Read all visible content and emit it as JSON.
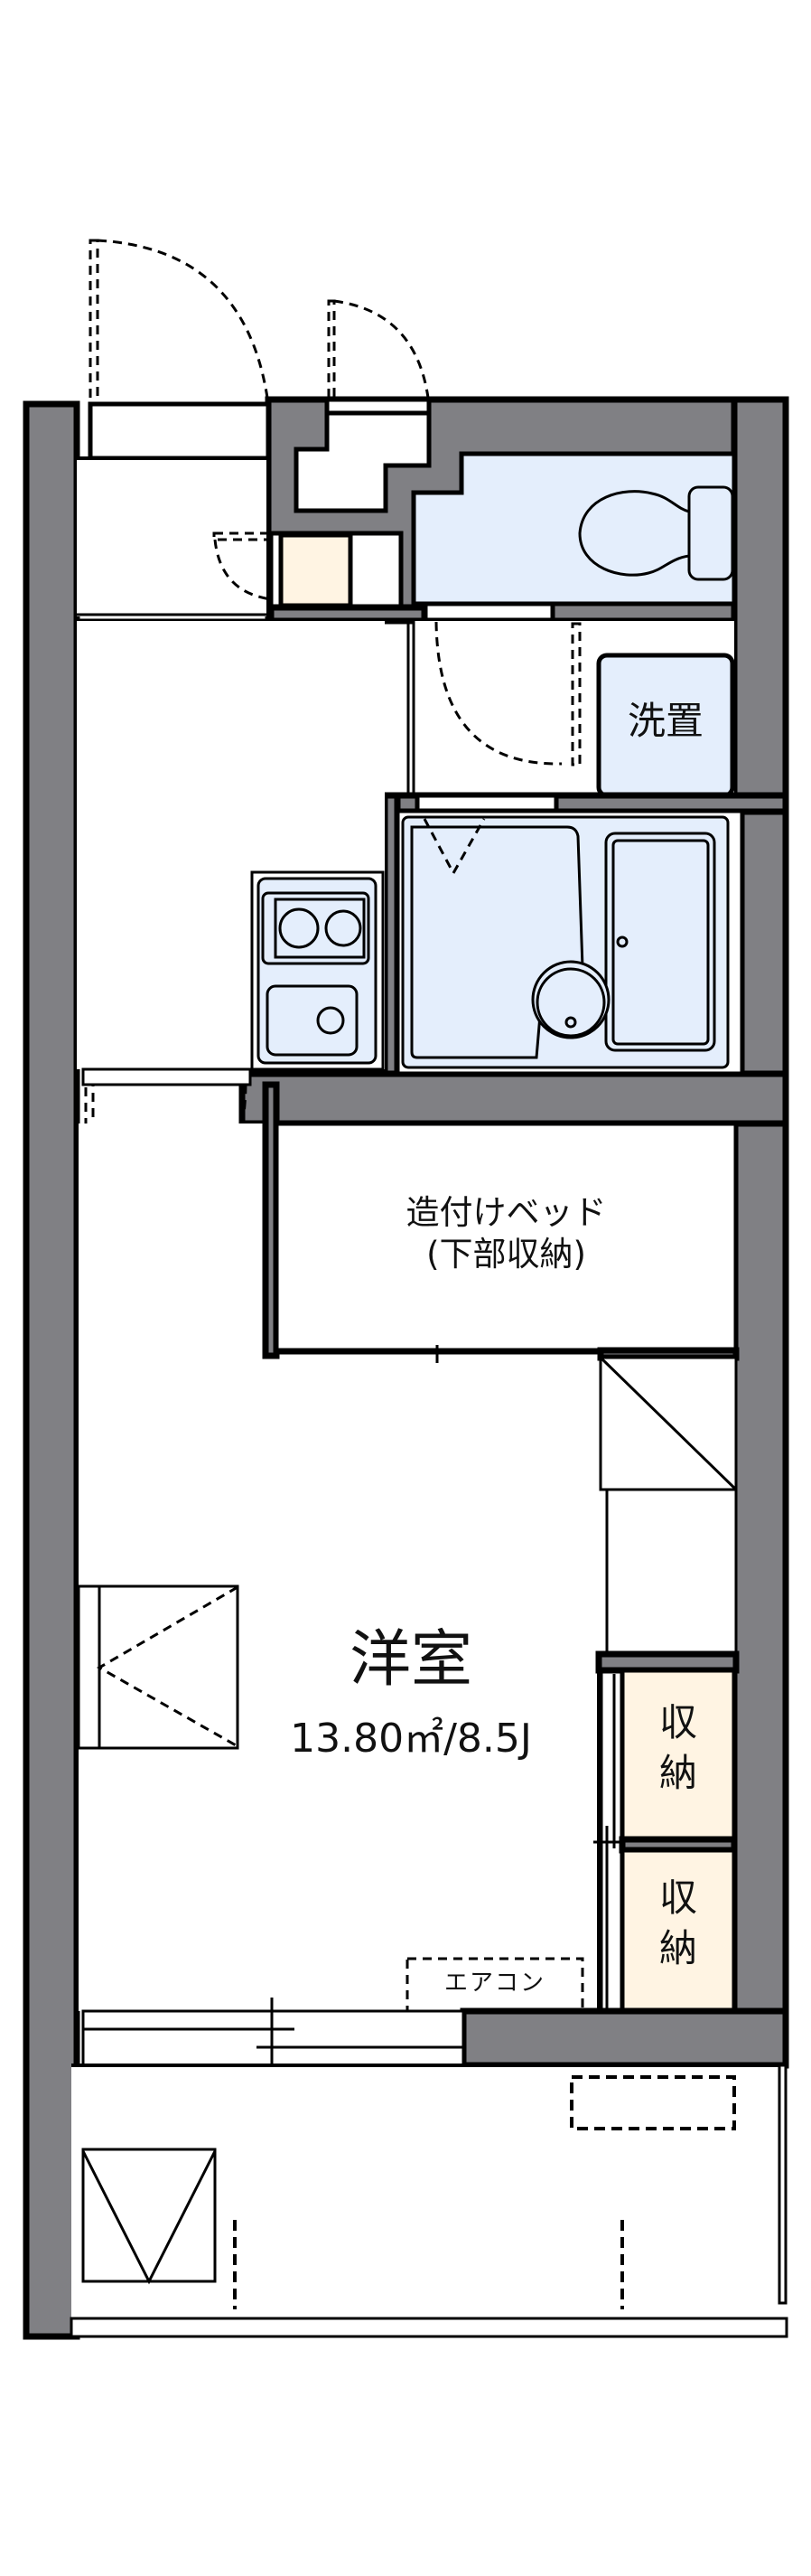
{
  "floorplan": {
    "colors": {
      "wall": "#808084",
      "wet_area": "#e4eefc",
      "storage": "#fff4e3",
      "floor": "#ffffff",
      "line": "#000000"
    },
    "rooms": {
      "main": {
        "name": "洋室",
        "area": "13.80㎡/8.5J"
      },
      "bed": {
        "line1": "造付けベッド",
        "line2": "(下部収納)"
      },
      "storage_1": {
        "label_line1": "収",
        "label_line2": "納"
      },
      "storage_2": {
        "label_line1": "収",
        "label_line2": "納"
      },
      "washer": {
        "label": "洗置"
      },
      "aircon": {
        "label": "エアコン"
      }
    },
    "fixtures": [
      "entry-door",
      "shoe-box-door",
      "shoe-cabinet",
      "toilet",
      "washroom-door",
      "washer-space",
      "unit-bath",
      "kitchen-stove",
      "kitchen-sink",
      "room-door",
      "built-in-bed",
      "shelf",
      "closet",
      "sliding-window",
      "aircon-outdoor-unit",
      "balcony-hatch"
    ]
  }
}
